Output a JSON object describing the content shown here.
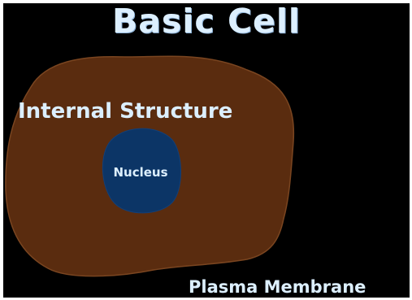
{
  "diagram": {
    "title": "Basic Cell",
    "labels": {
      "internal_structure": "Internal Structure",
      "nucleus": "Nucleus",
      "plasma_membrane": "Plasma Membrane"
    },
    "colors": {
      "background": "#000000",
      "cell": "#5a2c0f",
      "cell_outline": "#7a4520",
      "nucleus": "#0c3566",
      "label_text": "#dcefff"
    }
  }
}
